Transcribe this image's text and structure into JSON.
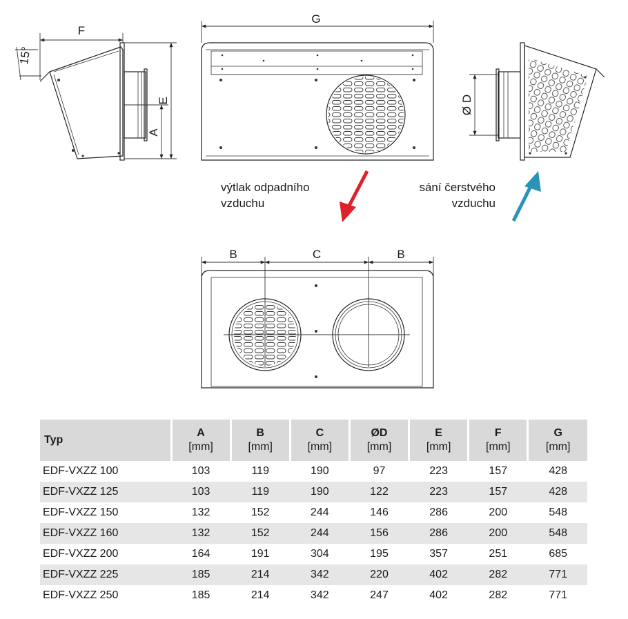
{
  "labels": {
    "dim_f": "F",
    "dim_g": "G",
    "dim_e": "E",
    "dim_a": "A",
    "dim_d": "Ø D",
    "dim_b_left": "B",
    "dim_c": "C",
    "dim_b_right": "B",
    "angle": "15°"
  },
  "captions": {
    "exhaust_line1": "výtlak odpadního",
    "exhaust_line2": "vzduchu",
    "intake_line1": "sání čerstvého",
    "intake_line2": "vzduchu"
  },
  "arrows": {
    "exhaust_color": "#e0202a",
    "intake_color": "#2a93b8"
  },
  "table": {
    "type_header": "Typ",
    "columns": [
      {
        "name": "A",
        "unit": "[mm]"
      },
      {
        "name": "B",
        "unit": "[mm]"
      },
      {
        "name": "C",
        "unit": "[mm]"
      },
      {
        "name": "ØD",
        "unit": "[mm]"
      },
      {
        "name": "E",
        "unit": "[mm]"
      },
      {
        "name": "F",
        "unit": "[mm]"
      },
      {
        "name": "G",
        "unit": "[mm]"
      }
    ],
    "rows": [
      {
        "typ": "EDF-VXZZ 100",
        "values": [
          "103",
          "119",
          "190",
          "97",
          "223",
          "157",
          "428"
        ]
      },
      {
        "typ": "EDF-VXZZ 125",
        "values": [
          "103",
          "119",
          "190",
          "122",
          "223",
          "157",
          "428"
        ]
      },
      {
        "typ": "EDF-VXZZ 150",
        "values": [
          "132",
          "152",
          "244",
          "146",
          "286",
          "200",
          "548"
        ]
      },
      {
        "typ": "EDF-VXZZ 160",
        "values": [
          "132",
          "152",
          "244",
          "156",
          "286",
          "200",
          "548"
        ]
      },
      {
        "typ": "EDF-VXZZ 200",
        "values": [
          "164",
          "191",
          "304",
          "195",
          "357",
          "251",
          "685"
        ]
      },
      {
        "typ": "EDF-VXZZ 225",
        "values": [
          "185",
          "214",
          "342",
          "220",
          "402",
          "282",
          "771"
        ]
      },
      {
        "typ": "EDF-VXZZ 250",
        "values": [
          "185",
          "214",
          "342",
          "247",
          "402",
          "282",
          "771"
        ]
      }
    ]
  }
}
